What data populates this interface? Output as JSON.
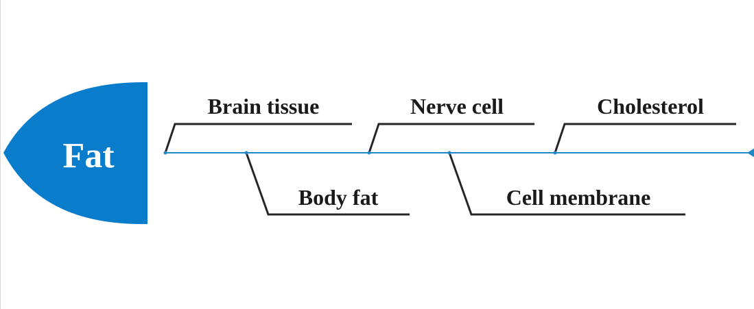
{
  "diagram": {
    "head_label": "Fat",
    "causes_top": [
      "Brain tissue",
      "Nerve cell",
      "Cholesterol"
    ],
    "causes_bottom": [
      "Body fat",
      "Cell membrane"
    ],
    "colors": {
      "head": "#0a7ccc",
      "spine": "#1f87c8",
      "branch": "#262626",
      "text": "#1a1a1a"
    }
  }
}
